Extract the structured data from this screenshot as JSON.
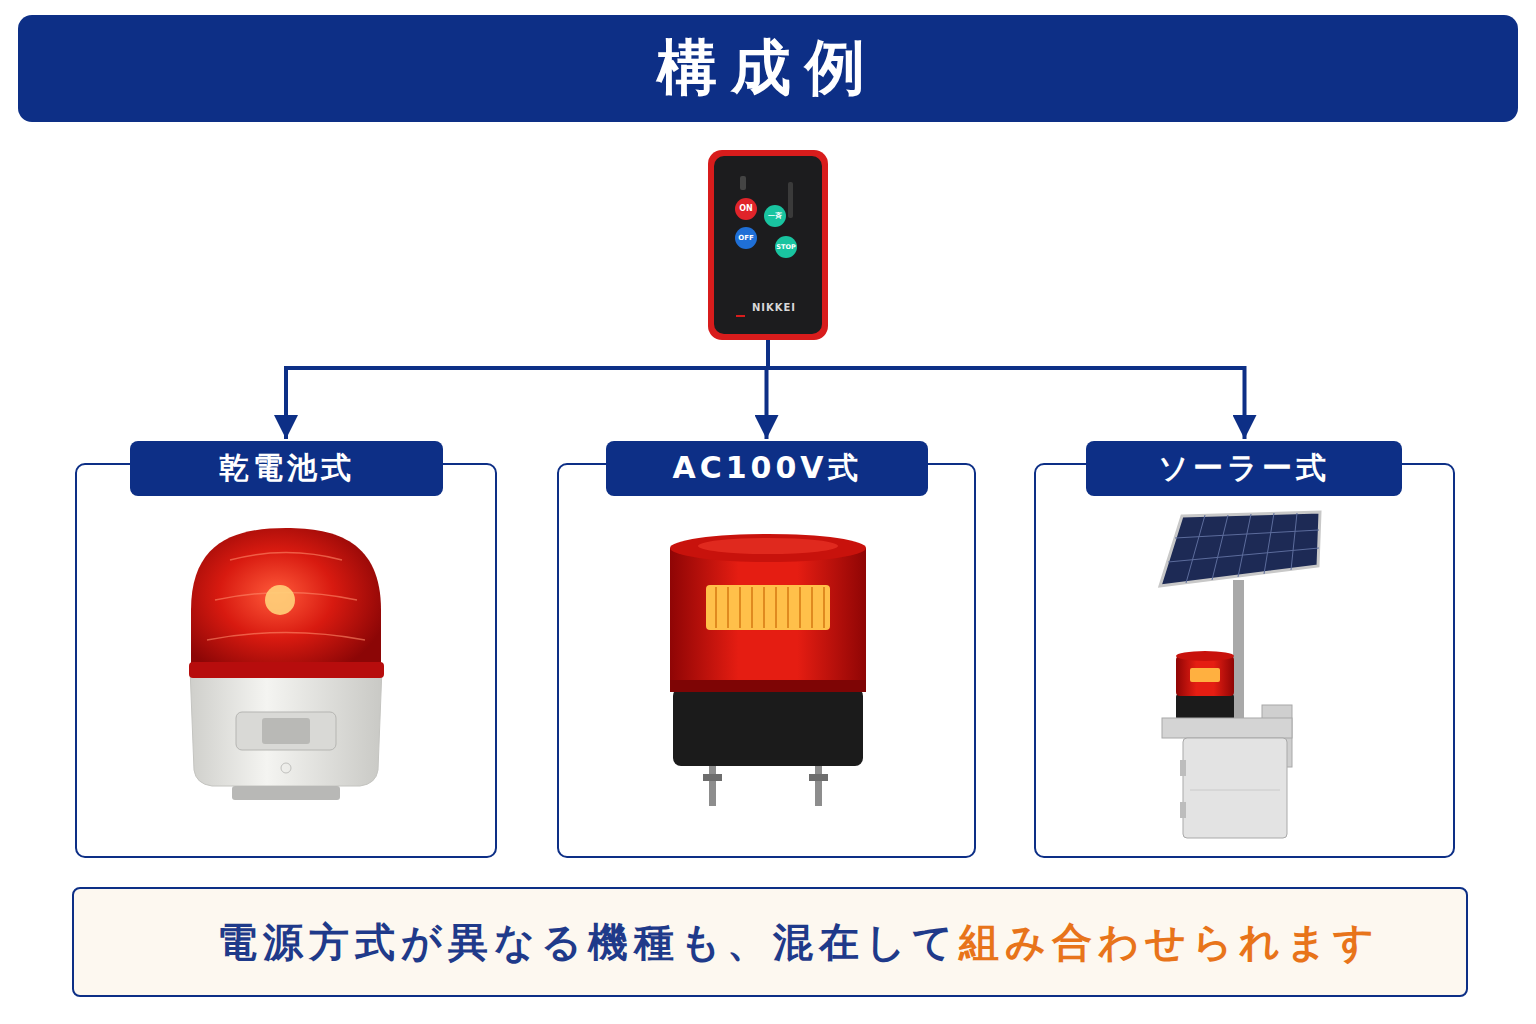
{
  "diagram": {
    "title": "構成例",
    "nodes": [
      {
        "text": [
          "ON",
          "OFF",
          "一斉",
          "STOP",
          "NIKKEI"
        ]
      },
      {
        "text": [
          "乾電池式"
        ]
      },
      {
        "text": [
          "AC100V式"
        ]
      },
      {
        "text": [
          "ソーラー式"
        ]
      },
      {
        "text": [
          "電源方式が異なる機種も、混在して",
          "組み合わせられます"
        ]
      }
    ],
    "edges": [
      {
        "from": 0,
        "to": 1,
        "arrow": "to"
      },
      {
        "from": 0,
        "to": 2,
        "arrow": "to"
      },
      {
        "from": 0,
        "to": 3,
        "arrow": "to"
      }
    ]
  }
}
